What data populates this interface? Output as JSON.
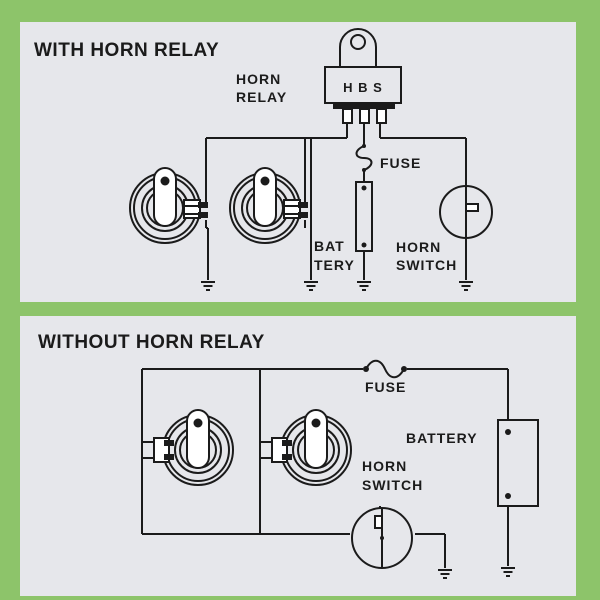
{
  "with_relay": {
    "title": "WITH HORN RELAY",
    "relay_label": [
      "HORN",
      "RELAY"
    ],
    "relay_terminals": "H B S",
    "fuse_label": "FUSE",
    "battery_label": [
      "BAT",
      "TERY"
    ],
    "horn_switch_label": [
      "HORN",
      "SWITCH"
    ]
  },
  "without_relay": {
    "title": "WITHOUT HORN RELAY",
    "fuse_label": "FUSE",
    "battery_label": "BATTERY",
    "horn_switch_label": [
      "HORN",
      "SWITCH"
    ]
  },
  "colors": {
    "background": "#8dc46a",
    "panel": "#e6e7eb",
    "ink": "#1b1b1b"
  }
}
